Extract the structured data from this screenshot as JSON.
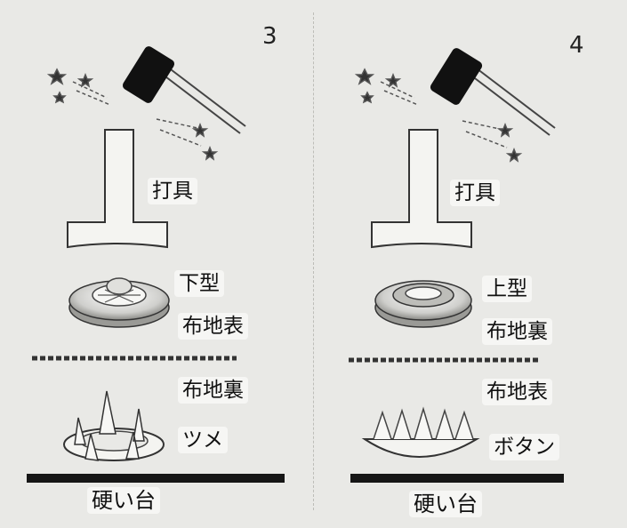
{
  "panels": [
    {
      "step": "3",
      "tool_label": "打具",
      "die_label": "下型",
      "upper_label": "布地表",
      "lower_label": "布地裏",
      "part_label": "ツメ",
      "base_label": "硬い台"
    },
    {
      "step": "4",
      "tool_label": "打具",
      "die_label": "上型",
      "upper_label": "布地裏",
      "lower_label": "布地表",
      "part_label": "ボタン",
      "base_label": "硬い台"
    }
  ]
}
